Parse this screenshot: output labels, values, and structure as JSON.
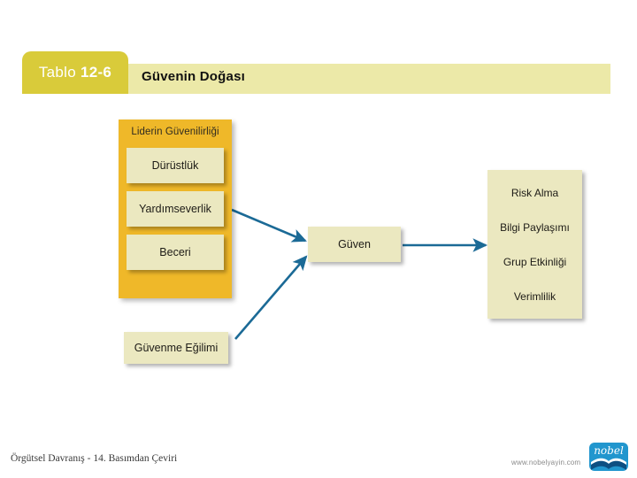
{
  "header": {
    "table_word": "Tablo",
    "table_number": "12-6",
    "title": "Güvenin Doğası"
  },
  "diagram": {
    "credibility": {
      "title": "Liderin Güvenilirliği",
      "items": [
        {
          "label": "Dürüstlük"
        },
        {
          "label": "Yardımseverlik"
        },
        {
          "label": "Beceri"
        }
      ]
    },
    "propensity": {
      "label": "Güvenme Eğilimi"
    },
    "trust": {
      "label": "Güven"
    },
    "outcomes": {
      "items": [
        {
          "label": "Risk Alma"
        },
        {
          "label": "Bilgi Paylaşımı"
        },
        {
          "label": "Grup Etkinliği"
        },
        {
          "label": "Verimlilik"
        }
      ]
    }
  },
  "footer": {
    "source": "Örgütsel Davranış - 14. Basımdan Çeviri",
    "url": "www.nobelyayin.com",
    "publisher": "nobel"
  },
  "colors": {
    "banner": "#ece9a8",
    "tab": "#d9cb3a",
    "panel": "#efb829",
    "box": "#ebe8c0",
    "arrow": "#1b6a96",
    "logo": "#2196ce"
  }
}
